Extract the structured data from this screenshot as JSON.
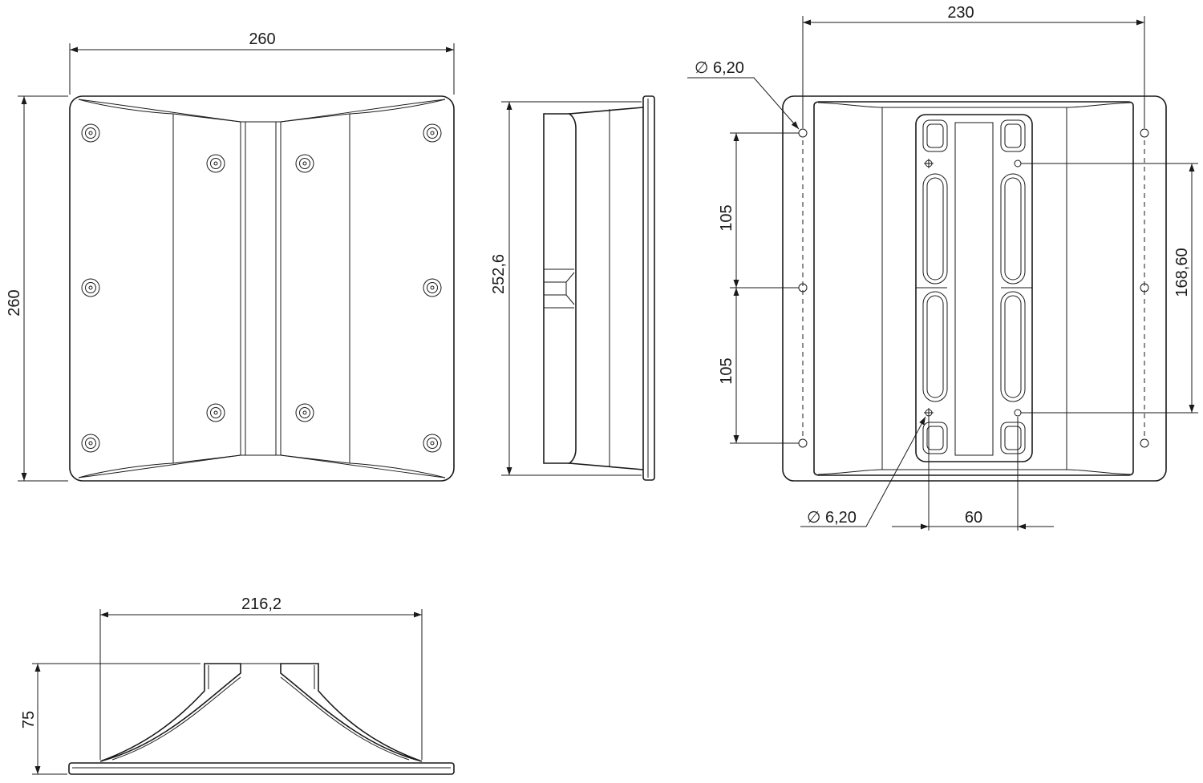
{
  "dimensions": {
    "front_width": "260",
    "front_height": "260",
    "side_height": "252,6",
    "rear_width": "230",
    "rear_hole_top": "∅ 6,20",
    "rear_hole_bottom": "∅ 6,20",
    "rear_spacing_upper": "105",
    "rear_spacing_lower": "105",
    "rear_throat_height": "168,60",
    "rear_throat_width": "60",
    "bottom_width": "216,2",
    "bottom_height": "75"
  },
  "colors": {
    "line": "#1a1a1a",
    "background": "#ffffff"
  }
}
